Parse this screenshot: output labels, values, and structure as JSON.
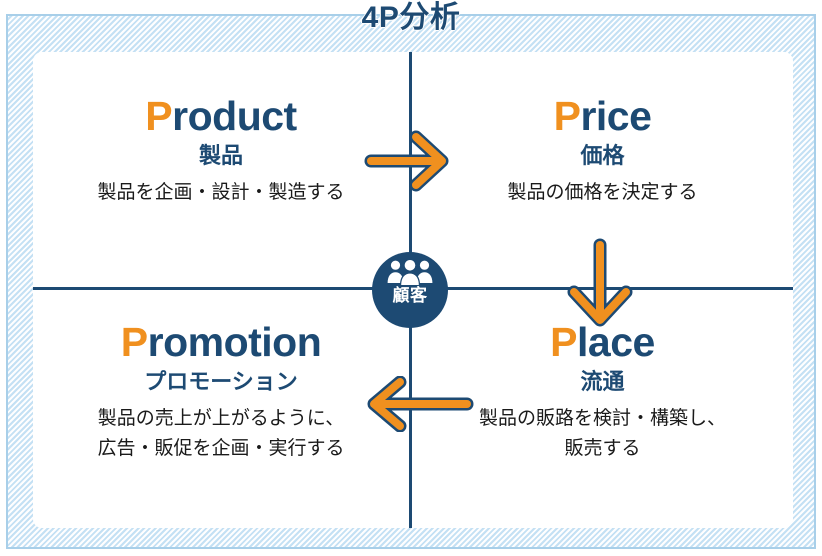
{
  "title": "4P分析",
  "center": {
    "label": "顧客",
    "icon": "people-group-icon"
  },
  "colors": {
    "navy": "#1d4a73",
    "orange": "#f0901f",
    "frame_border": "#a8cfe9",
    "frame_fill": "#eaf5fc",
    "panel": "#ffffff",
    "body_text": "#1a1a1a"
  },
  "quadrants": [
    {
      "id": "product",
      "initial": "P",
      "rest": "roduct",
      "jp": "製品",
      "desc": "製品を企画・設計・製造する"
    },
    {
      "id": "price",
      "initial": "P",
      "rest": "rice",
      "jp": "価格",
      "desc": "製品の価格を決定する"
    },
    {
      "id": "promotion",
      "initial": "P",
      "rest": "romotion",
      "jp": "プロモーション",
      "desc_line1": "製品の売上が上がるように、",
      "desc_line2": "広告・販促を企画・実行する"
    },
    {
      "id": "place",
      "initial": "P",
      "rest": "lace",
      "jp": "流通",
      "desc_line1": "製品の販路を検討・構築し、",
      "desc_line2": "販売する"
    }
  ],
  "arrows": [
    {
      "id": "arrow-right",
      "direction": "right",
      "from": "product",
      "to": "price"
    },
    {
      "id": "arrow-down",
      "direction": "down",
      "from": "price",
      "to": "place"
    },
    {
      "id": "arrow-left",
      "direction": "left",
      "from": "place",
      "to": "promotion"
    }
  ]
}
